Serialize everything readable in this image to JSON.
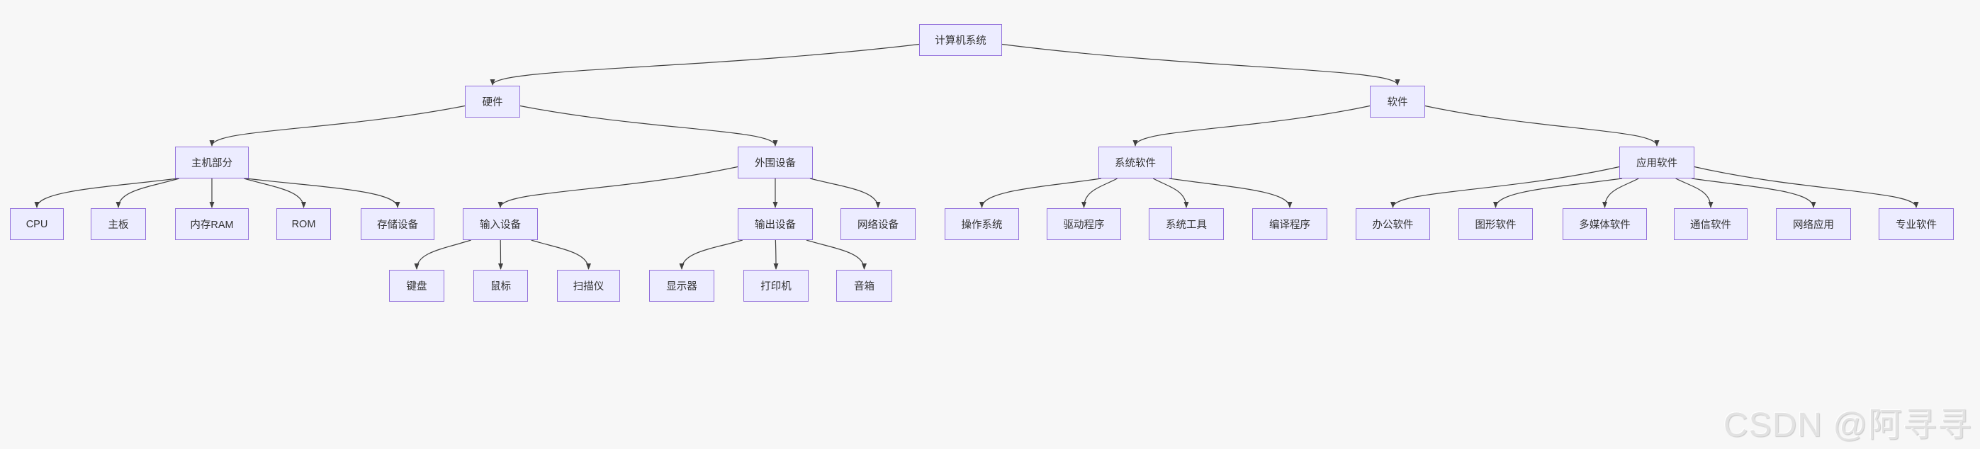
{
  "diagram": {
    "type": "tree",
    "root_label": "计算机系统",
    "nodes": [
      {
        "id": "root",
        "label": "计算机系统",
        "parent": null
      },
      {
        "id": "hardware",
        "label": "硬件",
        "parent": "root"
      },
      {
        "id": "software",
        "label": "软件",
        "parent": "root"
      },
      {
        "id": "host",
        "label": "主机部分",
        "parent": "hardware"
      },
      {
        "id": "peripheral",
        "label": "外围设备",
        "parent": "hardware"
      },
      {
        "id": "cpu",
        "label": "CPU",
        "parent": "host"
      },
      {
        "id": "mainboard",
        "label": "主板",
        "parent": "host"
      },
      {
        "id": "ram",
        "label": "内存RAM",
        "parent": "host"
      },
      {
        "id": "rom",
        "label": "ROM",
        "parent": "host"
      },
      {
        "id": "storage",
        "label": "存储设备",
        "parent": "host"
      },
      {
        "id": "input",
        "label": "输入设备",
        "parent": "peripheral"
      },
      {
        "id": "output",
        "label": "输出设备",
        "parent": "peripheral"
      },
      {
        "id": "network-device",
        "label": "网络设备",
        "parent": "peripheral"
      },
      {
        "id": "keyboard",
        "label": "键盘",
        "parent": "input"
      },
      {
        "id": "mouse",
        "label": "鼠标",
        "parent": "input"
      },
      {
        "id": "scanner",
        "label": "扫描仪",
        "parent": "input"
      },
      {
        "id": "monitor",
        "label": "显示器",
        "parent": "output"
      },
      {
        "id": "printer",
        "label": "打印机",
        "parent": "output"
      },
      {
        "id": "speaker",
        "label": "音箱",
        "parent": "output"
      },
      {
        "id": "system-software",
        "label": "系统软件",
        "parent": "software"
      },
      {
        "id": "app-software",
        "label": "应用软件",
        "parent": "software"
      },
      {
        "id": "os",
        "label": "操作系统",
        "parent": "system-software"
      },
      {
        "id": "driver",
        "label": "驱动程序",
        "parent": "system-software"
      },
      {
        "id": "system-tools",
        "label": "系统工具",
        "parent": "system-software"
      },
      {
        "id": "compiler",
        "label": "编译程序",
        "parent": "system-software"
      },
      {
        "id": "office",
        "label": "办公软件",
        "parent": "app-software"
      },
      {
        "id": "graphics",
        "label": "图形软件",
        "parent": "app-software"
      },
      {
        "id": "multimedia",
        "label": "多媒体软件",
        "parent": "app-software"
      },
      {
        "id": "communication",
        "label": "通信软件",
        "parent": "app-software"
      },
      {
        "id": "web-apps",
        "label": "网络应用",
        "parent": "app-software"
      },
      {
        "id": "professional",
        "label": "专业软件",
        "parent": "app-software"
      }
    ],
    "colors": {
      "background": "#F7F7F7",
      "node_fill": "#ECECFF",
      "node_border": "#9370DB",
      "node_text": "#333333",
      "edge": "#404040"
    }
  },
  "watermark": {
    "text": "CSDN @阿寻寻"
  }
}
